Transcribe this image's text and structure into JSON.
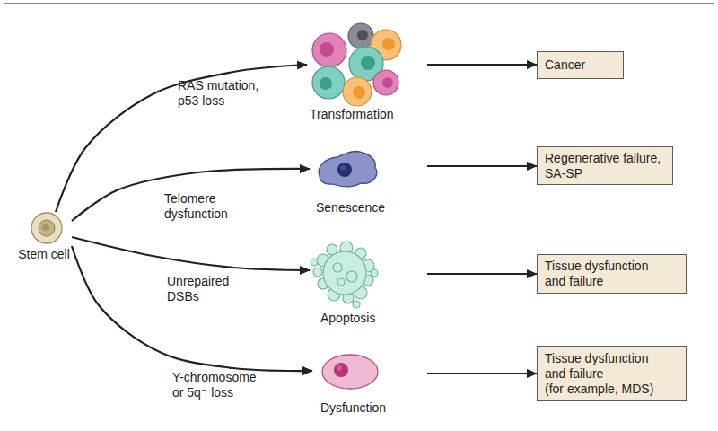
{
  "diagram": {
    "nodes": [
      {
        "text": [
          "Stem cell"
        ]
      },
      {
        "text": [
          "Transformation"
        ]
      },
      {
        "text": [
          "Cancer"
        ]
      },
      {
        "text": [
          "Senescence"
        ]
      },
      {
        "text": [
          "Regenerative failure, SA-SP"
        ]
      },
      {
        "text": [
          "Apoptosis"
        ]
      },
      {
        "text": [
          "Tissue dysfunction and failure"
        ]
      },
      {
        "text": [
          "Dysfunction"
        ]
      },
      {
        "text": [
          "Tissue dysfunction and failure",
          "(for example, MDS)"
        ]
      }
    ],
    "edges": [
      {
        "from": 0,
        "to": 1,
        "arrow": "to",
        "label": "RAS mutation, p53 loss"
      },
      {
        "from": 1,
        "to": 2,
        "arrow": "to"
      },
      {
        "from": 0,
        "to": 3,
        "arrow": "to",
        "label": "Telomere dysfunction"
      },
      {
        "from": 3,
        "to": 4,
        "arrow": "to"
      },
      {
        "from": 0,
        "to": 5,
        "arrow": "to",
        "label": "Unrepaired DSBs"
      },
      {
        "from": 5,
        "to": 6,
        "arrow": "to"
      },
      {
        "from": 0,
        "to": 7,
        "arrow": "to",
        "label": "Y-chromosome or 5q⁻ loss"
      },
      {
        "from": 7,
        "to": 8,
        "arrow": "to"
      }
    ]
  }
}
